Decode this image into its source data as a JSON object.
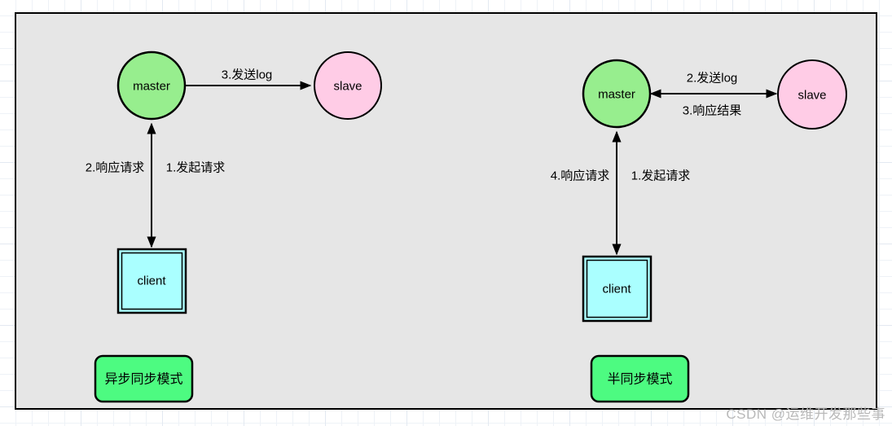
{
  "diagram": {
    "title_watermark": "CSDN @运维开发那些事",
    "canvas_bg": "#e6e6e6",
    "page_bg": "#ffffff",
    "grid_color": "#eef2f7",
    "colors": {
      "master_fill": "#97ee8e",
      "slave_fill": "#ffcce6",
      "client_fill": "#aaffff",
      "mode_fill": "#4dfb81",
      "stroke": "#000000"
    },
    "panels": [
      {
        "id": "async",
        "nodes": {
          "master": "master",
          "slave": "slave",
          "client": "client"
        },
        "edges": {
          "master_to_slave": "3.发送log",
          "client_to_master": "1.发起请求",
          "master_to_client": "2.响应请求"
        },
        "mode_label": "异步同步模式"
      },
      {
        "id": "semi-sync",
        "nodes": {
          "master": "master",
          "slave": "slave",
          "client": "client"
        },
        "edges": {
          "master_to_slave": "2.发送log",
          "slave_to_master": "3.响应结果",
          "client_to_master": "1.发起请求",
          "master_to_client": "4.响应请求"
        },
        "mode_label": "半同步模式"
      }
    ]
  }
}
